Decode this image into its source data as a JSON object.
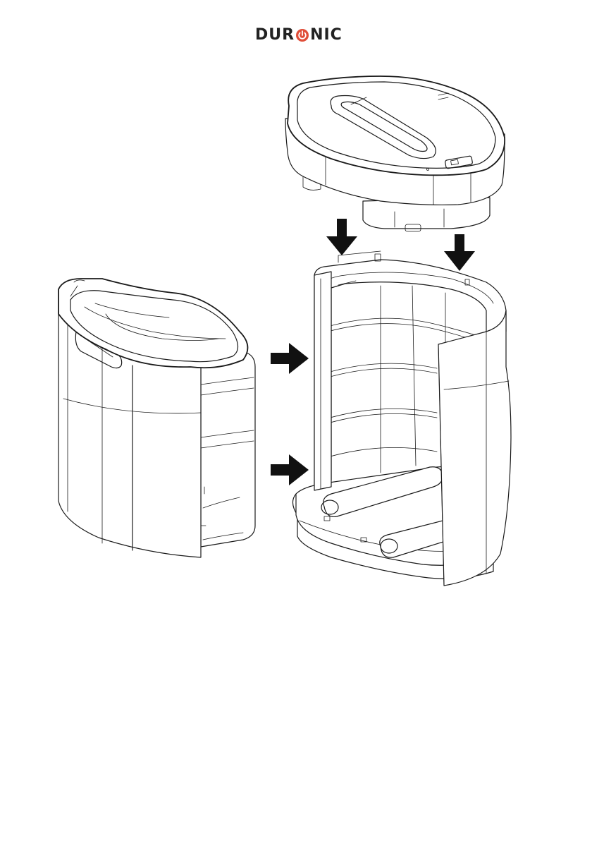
{
  "logo": {
    "part1": "DUR",
    "part2": "NIC",
    "accent_color": "#e04e39",
    "icon": "power-icon"
  },
  "arrows": [
    {
      "name": "arrow-down-left",
      "direction": "down"
    },
    {
      "name": "arrow-down-right",
      "direction": "down"
    },
    {
      "name": "arrow-right-upper",
      "direction": "right"
    },
    {
      "name": "arrow-right-lower",
      "direction": "right"
    }
  ]
}
